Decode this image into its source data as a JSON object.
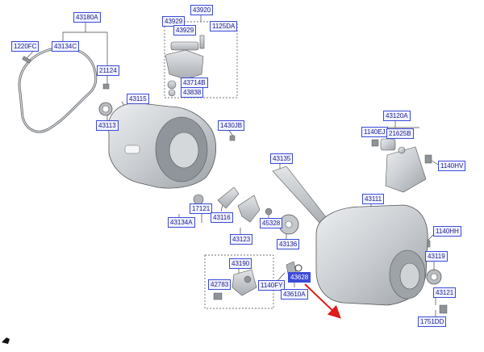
{
  "diagram": {
    "part_labels": [
      "43180A",
      "43134C",
      "1220FC",
      "21124",
      "43113",
      "43115",
      "43920",
      "43929",
      "43929",
      "1125DA",
      "43714B",
      "43838",
      "1430JB",
      "43135",
      "43120A",
      "1140EJ",
      "21625B",
      "1140HV",
      "43111",
      "17121",
      "43134A",
      "43116",
      "43123",
      "45328",
      "43136",
      "1140HH",
      "43119",
      "43190",
      "42783",
      "1140FY",
      "43628",
      "43610A",
      "43121",
      "1751DD"
    ],
    "highlighted_label": "43628",
    "colors": {
      "label_border": "#3b4bd8",
      "label_text": "#1a1a8c",
      "highlight_fill": "#3b4bd8",
      "arrow": "#e01b1b"
    }
  }
}
